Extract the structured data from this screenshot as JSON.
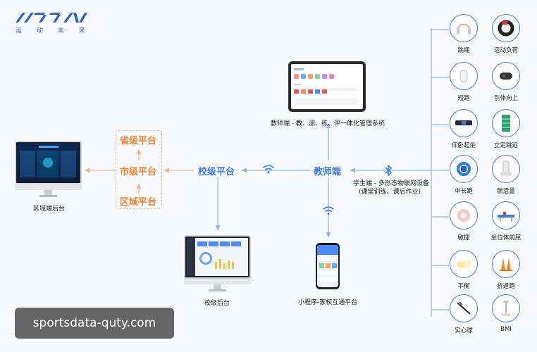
{
  "logo": {
    "caption": "运 动 未 来"
  },
  "hub": {
    "teacher": "教师端"
  },
  "center": {
    "school": "校级平台"
  },
  "region": {
    "province": "省级平台",
    "city": "市级平台",
    "district": "区域平台"
  },
  "labels": {
    "teacher_system": "教师端 - 教、测、练、评一体化管理系统",
    "student_line1": "学生端 - 多形态物联网设备",
    "student_line2": "(课堂训练、课后作业)",
    "region_backend": "区域端后台",
    "school_backend": "校级后台",
    "mini_program": "小程序-家校互通平台"
  },
  "devices": [
    {
      "label": "跳绳",
      "icon": "jump-rope-icon"
    },
    {
      "label": "运动负荷",
      "icon": "heart-rate-band-icon"
    },
    {
      "label": "短跑",
      "icon": "sprint-sensor-icon"
    },
    {
      "label": "引体向上",
      "icon": "pull-up-sensor-icon"
    },
    {
      "label": "仰卧起坐",
      "icon": "sit-up-mat-icon"
    },
    {
      "label": "立定跳远",
      "icon": "long-jump-mat-icon"
    },
    {
      "label": "中长跑",
      "icon": "wristband-icon"
    },
    {
      "label": "肺活量",
      "icon": "spirometer-icon"
    },
    {
      "label": "敏捷",
      "icon": "agility-pad-icon"
    },
    {
      "label": "坐位体前屈",
      "icon": "sit-reach-icon"
    },
    {
      "label": "平衡",
      "icon": "balance-pad-icon"
    },
    {
      "label": "折返跑",
      "icon": "cone-icon"
    },
    {
      "label": "实心球",
      "icon": "medicine-ball-icon"
    },
    {
      "label": "BMI",
      "icon": "height-scale-icon"
    }
  ],
  "watermark": {
    "text": "sportsdata-quty.com"
  },
  "colors": {
    "blue": "#3d7be0",
    "orange": "#ee8534",
    "orange_light": "#f3b58a"
  }
}
